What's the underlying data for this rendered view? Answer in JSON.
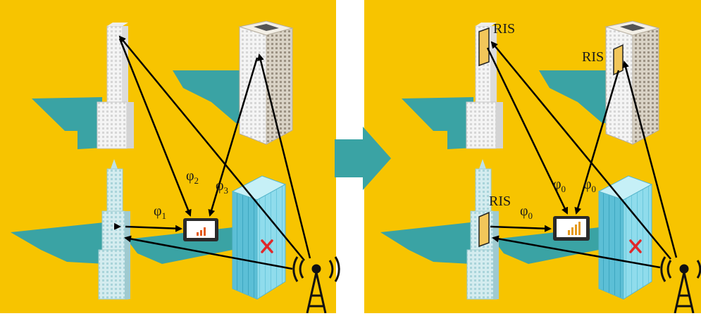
{
  "colors": {
    "background": "#f7c400",
    "shadow": "#3aa3a4",
    "arrow": "#000000",
    "blocked_mark": "#e0282a",
    "ris_panel": "#f2c65a",
    "panel_gap": "#ffffff"
  },
  "left_panel": {
    "phase_labels": [
      {
        "symbol": "φ",
        "sub": "1"
      },
      {
        "symbol": "φ",
        "sub": "2"
      },
      {
        "symbol": "φ",
        "sub": "3"
      }
    ],
    "blocked_icon": "cross-icon",
    "tower_icon": "antenna-tower-icon",
    "device_icon": "tablet-icon"
  },
  "transition": {
    "icon": "right-arrow-icon"
  },
  "right_panel": {
    "ris_labels": [
      "RIS",
      "RIS",
      "RIS"
    ],
    "phase_labels": [
      {
        "symbol": "φ",
        "sub": "0"
      },
      {
        "symbol": "φ",
        "sub": "0"
      },
      {
        "symbol": "φ",
        "sub": "0"
      }
    ],
    "blocked_icon": "cross-icon",
    "tower_icon": "antenna-tower-icon",
    "device_icon": "tablet-icon"
  }
}
